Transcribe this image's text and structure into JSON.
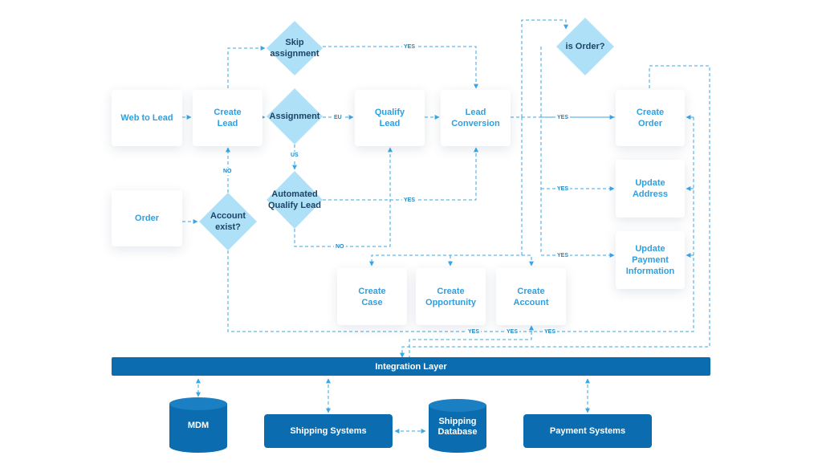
{
  "boxes": {
    "web_to_lead": "Web to Lead",
    "create_lead": "Create\nLead",
    "qualify_lead": "Qualify\nLead",
    "lead_conversion": "Lead\nConversion",
    "order": "Order",
    "create_case": "Create\nCase",
    "create_opportunity": "Create\nOpportunity",
    "create_account": "Create\nAccount",
    "create_order": "Create\nOrder",
    "update_address": "Update\nAddress",
    "update_payment": "Update\nPayment\nInformation"
  },
  "decisions": {
    "skip_assignment": "Skip\nassignment",
    "assignment": "Assignment",
    "automated_qualify_lead": "Automated\nQualify Lead",
    "account_exist": "Account\nexist?",
    "is_order": "is Order?"
  },
  "edge_labels": {
    "yes": "YES",
    "no": "NO",
    "eu": "EU",
    "us": "US"
  },
  "integration_layer": "Integration Layer",
  "systems": {
    "mdm": "MDM",
    "shipping_systems": "Shipping Systems",
    "shipping_database": "Shipping\nDatabase",
    "payment_systems": "Payment Systems"
  },
  "colors": {
    "line": "#3aa6e6",
    "diamond": "#aee0f8",
    "box_text": "#2f9fe0",
    "dark_blue": "#0b6db0",
    "diamond_text": "#1d4466"
  }
}
